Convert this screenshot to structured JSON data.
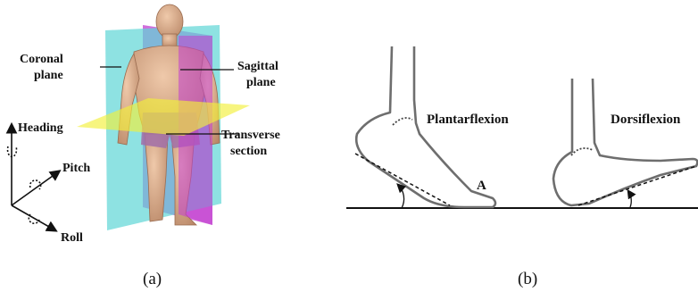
{
  "panel_a": {
    "labels": {
      "coronal_1": "Coronal",
      "coronal_2": "plane",
      "sagittal_1": "Sagittal",
      "sagittal_2": "plane",
      "transverse_1": "Transverse",
      "transverse_2": "section",
      "heading": "Heading",
      "pitch": "Pitch",
      "roll": "Roll"
    },
    "caption": "(a)",
    "colors": {
      "coronal": "#5ed6d6",
      "sagittal": "#c23ed0",
      "transverse": "#f2f03a",
      "skin": "#d9ad8e"
    }
  },
  "panel_b": {
    "labels": {
      "plantarflexion": "Plantarflexion",
      "dorsiflexion": "Dorsiflexion",
      "point_a": "A"
    },
    "caption": "(b)"
  }
}
